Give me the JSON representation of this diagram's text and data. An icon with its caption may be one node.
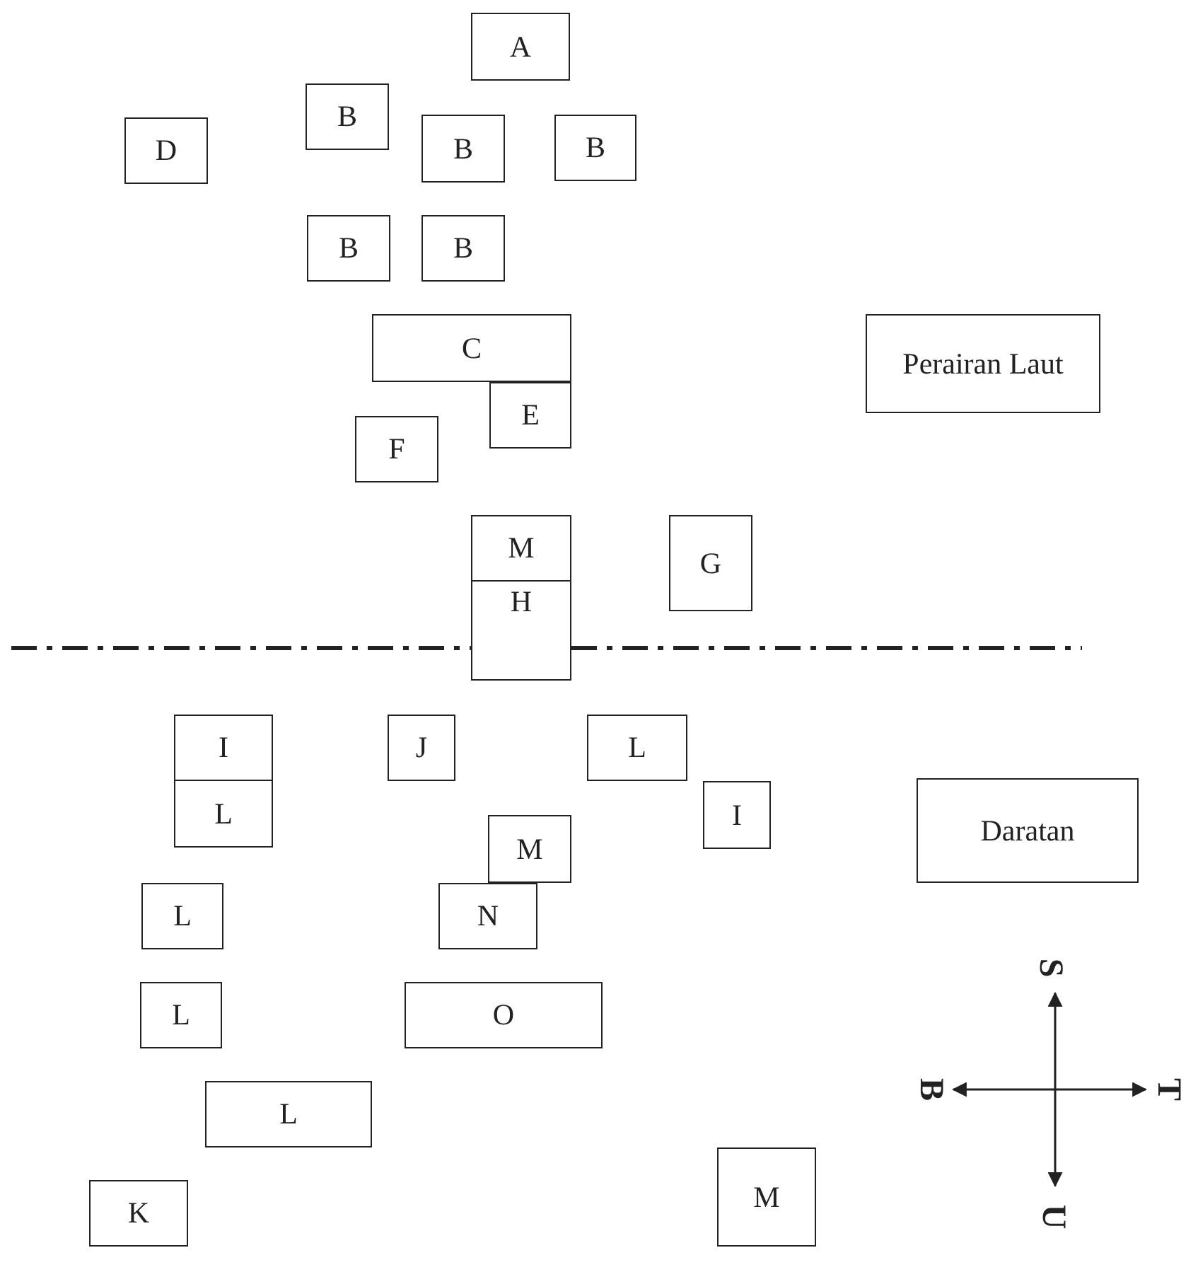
{
  "diagram": {
    "nodes": [
      {
        "text": [
          "A"
        ]
      },
      {
        "text": [
          "B"
        ]
      },
      {
        "text": [
          "D"
        ]
      },
      {
        "text": [
          "B"
        ]
      },
      {
        "text": [
          "B"
        ]
      },
      {
        "text": [
          "B"
        ]
      },
      {
        "text": [
          "B"
        ]
      },
      {
        "text": [
          "C"
        ]
      },
      {
        "text": [
          "Perairan Laut"
        ]
      },
      {
        "text": [
          "E"
        ]
      },
      {
        "text": [
          "F"
        ]
      },
      {
        "text": [
          "M"
        ]
      },
      {
        "text": [
          "G"
        ]
      },
      {
        "text": [
          "H"
        ]
      },
      {
        "text": [
          "I"
        ]
      },
      {
        "text": [
          "J"
        ]
      },
      {
        "text": [
          "L"
        ]
      },
      {
        "text": [
          "L"
        ]
      },
      {
        "text": [
          "Daratan"
        ]
      },
      {
        "text": [
          "I"
        ]
      },
      {
        "text": [
          "M"
        ]
      },
      {
        "text": [
          "L"
        ]
      },
      {
        "text": [
          "N"
        ]
      },
      {
        "text": [
          "L"
        ]
      },
      {
        "text": [
          "O"
        ]
      },
      {
        "text": [
          "L"
        ]
      },
      {
        "text": [
          "M"
        ]
      },
      {
        "text": [
          "K"
        ]
      }
    ],
    "labels": [
      "S",
      "B",
      "T",
      "U"
    ]
  }
}
